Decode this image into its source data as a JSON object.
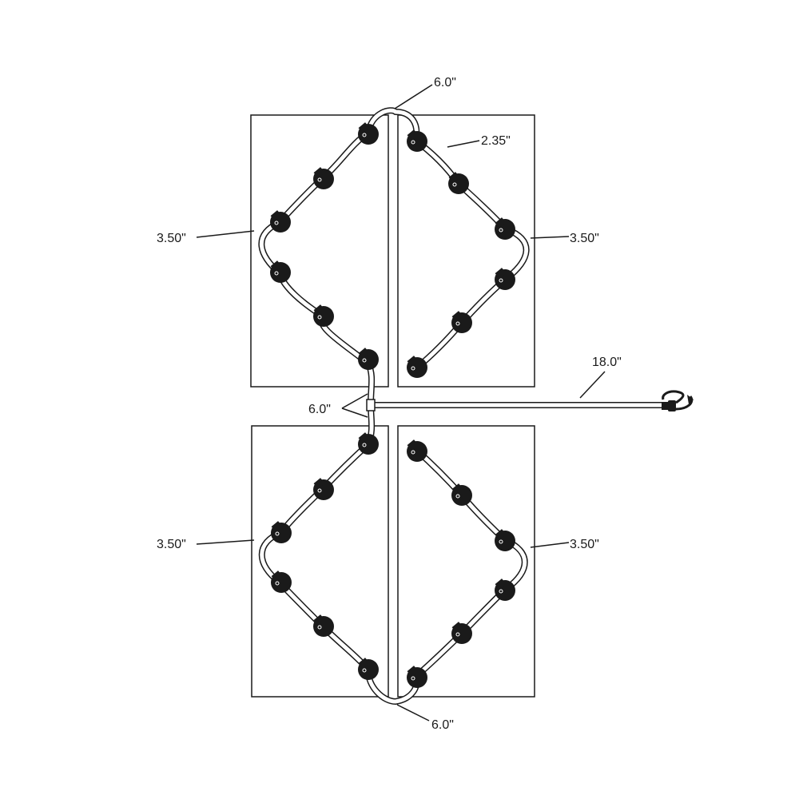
{
  "diagram": {
    "labels": {
      "top_wire": "6.0\"",
      "puck_spacing": "2.35\"",
      "top_left_width": "3.50\"",
      "top_right_width": "3.50\"",
      "lead_cable": "18.0\"",
      "center_split": "6.0\"",
      "bottom_left_width": "3.50\"",
      "bottom_right_width": "3.50\"",
      "bottom_wire": "6.0\""
    },
    "colors": {
      "line": "#1a1a1a",
      "puck": "#1a1a1a",
      "background": "#ffffff"
    },
    "icons": {
      "puck": "led-puck-icon",
      "connector": "plug-connector-icon",
      "splitter": "t-splitter-icon"
    }
  }
}
